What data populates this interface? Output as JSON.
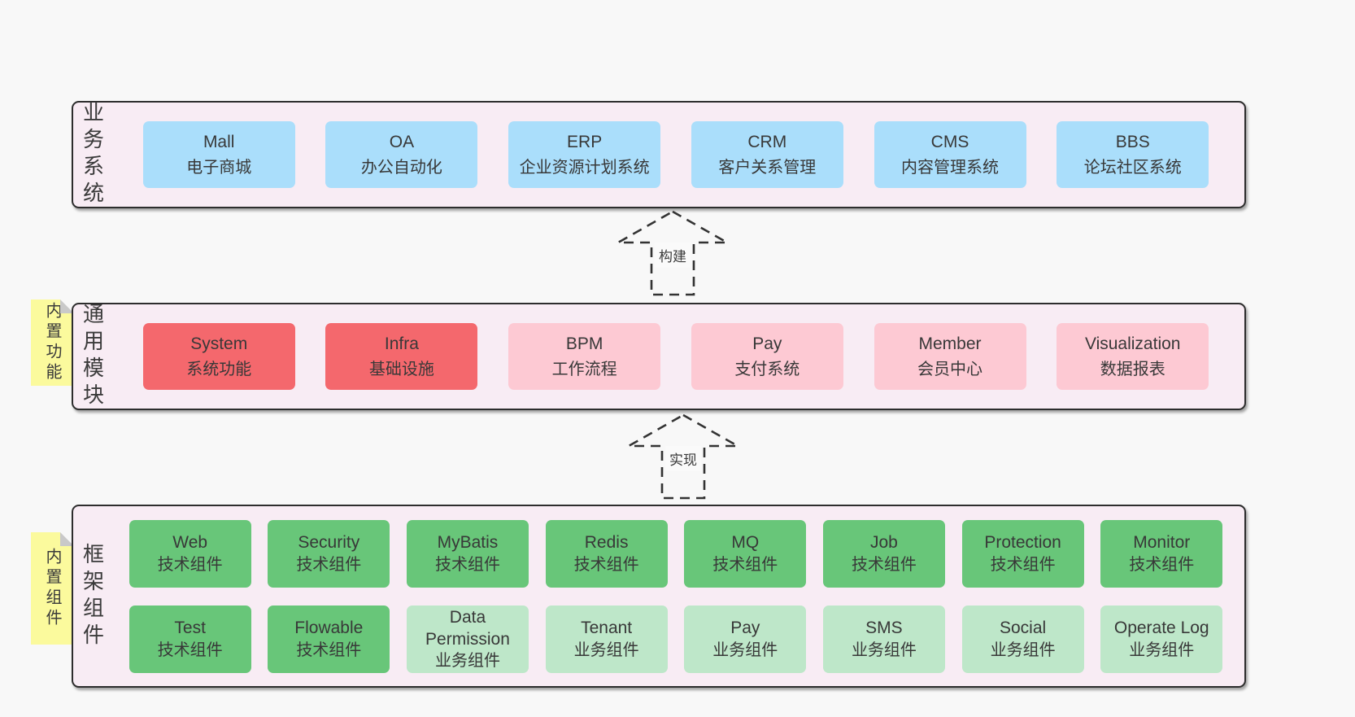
{
  "colors": {
    "page_bg": "#f8f8f8",
    "container_bg": "#f8ecf4",
    "container_border": "#2d2d2d",
    "box_blue": "#aadefb",
    "box_red": "#f4686d",
    "box_pink": "#fdc9d3",
    "box_green_dark": "#68c679",
    "box_green_light": "#bee7c9",
    "note_bg": "#fbfa9d",
    "note_fold": "#c9c9c9",
    "text": "#383838"
  },
  "layers": {
    "business": {
      "label": "业务系统",
      "boxes": [
        {
          "name": "Mall",
          "desc": "电子商城"
        },
        {
          "name": "OA",
          "desc": "办公自动化"
        },
        {
          "name": "ERP",
          "desc": "企业资源计划系统"
        },
        {
          "name": "CRM",
          "desc": "客户关系管理"
        },
        {
          "name": "CMS",
          "desc": "内容管理系统"
        },
        {
          "name": "BBS",
          "desc": "论坛社区系统"
        }
      ]
    },
    "modules": {
      "label": "通用模块",
      "note": "内置功能",
      "boxes": [
        {
          "name": "System",
          "desc": "系统功能"
        },
        {
          "name": "Infra",
          "desc": "基础设施"
        },
        {
          "name": "BPM",
          "desc": "工作流程"
        },
        {
          "name": "Pay",
          "desc": "支付系统"
        },
        {
          "name": "Member",
          "desc": "会员中心"
        },
        {
          "name": "Visualization",
          "desc": "数据报表"
        }
      ]
    },
    "components": {
      "label": "框架组件",
      "note": "内置组件",
      "row1": [
        {
          "name": "Web",
          "desc": "技术组件"
        },
        {
          "name": "Security",
          "desc": "技术组件"
        },
        {
          "name": "MyBatis",
          "desc": "技术组件"
        },
        {
          "name": "Redis",
          "desc": "技术组件"
        },
        {
          "name": "MQ",
          "desc": "技术组件"
        },
        {
          "name": "Job",
          "desc": "技术组件"
        },
        {
          "name": "Protection",
          "desc": "技术组件"
        },
        {
          "name": "Monitor",
          "desc": "技术组件"
        }
      ],
      "row2": [
        {
          "name": "Test",
          "desc": "技术组件"
        },
        {
          "name": "Flowable",
          "desc": "技术组件"
        },
        {
          "name": "Data Permission",
          "desc": "业务组件"
        },
        {
          "name": "Tenant",
          "desc": "业务组件"
        },
        {
          "name": "Pay",
          "desc": "业务组件"
        },
        {
          "name": "SMS",
          "desc": "业务组件"
        },
        {
          "name": "Social",
          "desc": "业务组件"
        },
        {
          "name": "Operate Log",
          "desc": "业务组件"
        }
      ]
    }
  },
  "arrows": {
    "build": "构建",
    "implement": "实现"
  }
}
